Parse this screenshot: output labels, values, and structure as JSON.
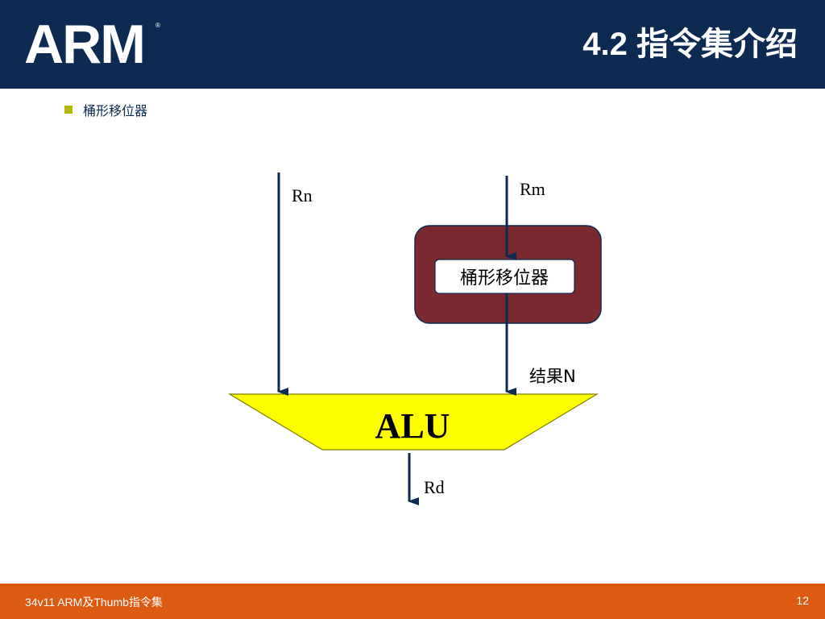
{
  "header": {
    "logo_text": "ARM",
    "title": "4.2  指令集介绍"
  },
  "content": {
    "bullet": "桶形移位器"
  },
  "diagram": {
    "rn_label": "Rn",
    "rm_label": "Rm",
    "shifter_label": "桶形移位器",
    "result_label": "结果N",
    "alu_label": "ALU",
    "rd_label": "Rd"
  },
  "footer": {
    "left": "34v11 ARM及Thumb指令集",
    "page": "12"
  },
  "colors": {
    "header_bg": "#0d2a52",
    "footer_bg": "#dc5a12",
    "shifter_box": "#7a2a2e",
    "alu_fill": "#ffff00",
    "arrow": "#0d2a52"
  }
}
